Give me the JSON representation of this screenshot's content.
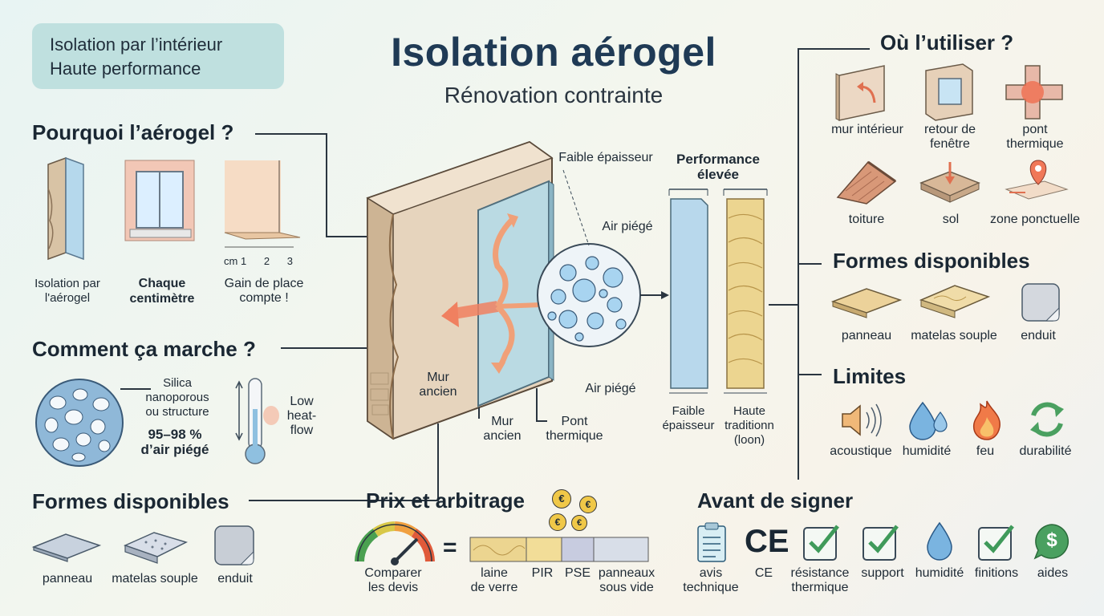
{
  "header": {
    "tag_line1": "Isolation par l’intérieur",
    "tag_line2": "Haute performance",
    "title": "Isolation aérogel",
    "subtitle": "Rénovation contrainte"
  },
  "pourquoi": {
    "heading": "Pourquoi l’aérogel ?",
    "items": [
      {
        "line1": "Isolation par",
        "line2": "l'aérogel"
      },
      {
        "line1": "Chaque",
        "line2": "centimètre"
      },
      {
        "line1": "Gain de place",
        "line2": "compte !"
      }
    ],
    "ruler": [
      "cm",
      "1",
      "2",
      "3"
    ]
  },
  "comment": {
    "heading": "Comment ça marche ?",
    "silica_lines": [
      "Silica",
      "nanoporous",
      "ou structure"
    ],
    "air_lines": [
      "95–98 %",
      "d’air piégé"
    ],
    "heat_lines": [
      "Low",
      "heat-",
      "flow"
    ]
  },
  "formes_left": {
    "heading": "Formes disponibles",
    "items": [
      "panneau",
      "matelas souple",
      "enduit"
    ]
  },
  "center": {
    "wall_label": [
      "Mur",
      "ancien"
    ],
    "faible_epaisseur": "Faible épaisseur",
    "air_piege_top": "Air piégé",
    "air_piege_bottom": "Air piégé",
    "mur_ancien": [
      "Mur",
      "ancien"
    ],
    "pont_thermique": [
      "Pont",
      "thermique"
    ],
    "performance": [
      "Performance",
      "élevée"
    ],
    "compare_left": [
      "Faible",
      "épaisseur"
    ],
    "compare_right": [
      "Haute",
      "traditionn",
      "(loon)"
    ]
  },
  "prix": {
    "heading": "Prix et arbitrage",
    "gauge_label": [
      "Comparer",
      "les devis"
    ],
    "bar_labels": [
      {
        "line1": "laine",
        "line2": "de verre"
      },
      {
        "line1": "PIR",
        "line2": ""
      },
      {
        "line1": "PSE",
        "line2": ""
      },
      {
        "line1": "panneaux",
        "line2": "sous vide"
      }
    ],
    "euro": "€",
    "equals": "="
  },
  "ou": {
    "heading": "Où l’utiliser ?",
    "items": [
      {
        "line1": "mur intérieur",
        "line2": ""
      },
      {
        "line1": "retour de",
        "line2": "fenêtre"
      },
      {
        "line1": "pont",
        "line2": "thermique"
      },
      {
        "line1": "toiture",
        "line2": ""
      },
      {
        "line1": "sol",
        "line2": ""
      },
      {
        "line1": "zone ponctuelle",
        "line2": ""
      }
    ]
  },
  "formes_right": {
    "heading": "Formes disponibles",
    "items": [
      "panneau",
      "matelas souple",
      "enduit"
    ]
  },
  "limites": {
    "heading": "Limites",
    "items": [
      "acoustique",
      "humidité",
      "feu",
      "durabilité"
    ]
  },
  "avant": {
    "heading": "Avant de signer",
    "items": [
      {
        "line1": "avis",
        "line2": "technique"
      },
      {
        "line1": "CE",
        "line2": ""
      },
      {
        "line1": "résistance",
        "line2": "thermique"
      },
      {
        "line1": "support",
        "line2": ""
      },
      {
        "line1": "humidité",
        "line2": ""
      },
      {
        "line1": "finitions",
        "line2": ""
      },
      {
        "line1": "aides",
        "line2": ""
      }
    ],
    "ce_mark": "CE",
    "dollar": "$"
  },
  "colors": {
    "title": "#1f3a55",
    "accent_teal": "#bfe0df",
    "heat_orange": "#f08060",
    "aerogel_blue": "#a8d0e8",
    "wool_yellow": "#e9cf86",
    "check_green": "#3f9a5a"
  }
}
